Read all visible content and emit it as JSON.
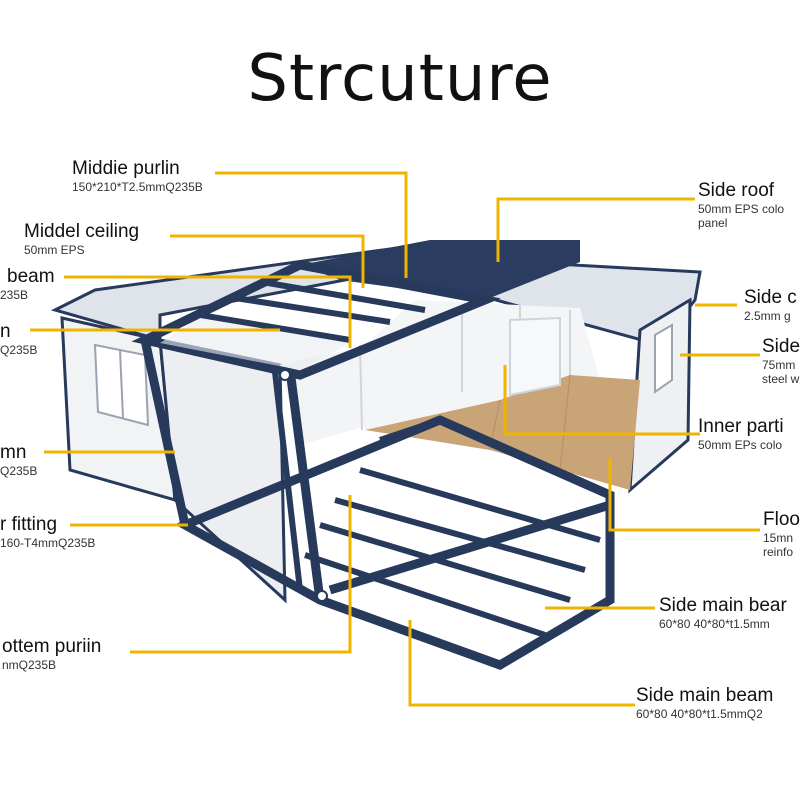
{
  "title": "Strcuture",
  "colors": {
    "leader": "#f0b400",
    "frame": "#273a5c",
    "panel": "#eef0f4",
    "floor": "#c9a477",
    "roof": "#d9dde6"
  },
  "labels": {
    "middie_purlin": {
      "name": "Middie purlin",
      "spec": "150*210*T2.5mmQ235B"
    },
    "middel_ceiling": {
      "name": "Middel ceiling",
      "spec": "50mm EPS"
    },
    "beam": {
      "name": "beam",
      "spec": "235B"
    },
    "n": {
      "name": "n",
      "spec": "Q235B"
    },
    "mn": {
      "name": "mn",
      "spec": "Q235B"
    },
    "r_fitting": {
      "name": "r fitting",
      "spec": "160-T4mmQ235B"
    },
    "ottem_puriin": {
      "name": "ottem puriin",
      "spec": "nmQ235B"
    },
    "side_roof": {
      "name": "Side roof",
      "spec": "50mm EPS colo",
      "spec2": "panel"
    },
    "side_c": {
      "name": "Side c",
      "spec": "2.5mm g"
    },
    "side": {
      "name": "Side",
      "spec": "75mm",
      "spec2": "steel w"
    },
    "inner_parti": {
      "name": "Inner parti",
      "spec": "50mm EPs colo"
    },
    "floo": {
      "name": "Floo",
      "spec": "15mn",
      "spec2": "reinfo"
    },
    "side_main_bear": {
      "name": "Side main bear",
      "spec": "60*80 40*80*t1.5mm"
    },
    "side_main_beam": {
      "name": "Side main beam",
      "spec": "60*80 40*80*t1.5mmQ2"
    }
  }
}
